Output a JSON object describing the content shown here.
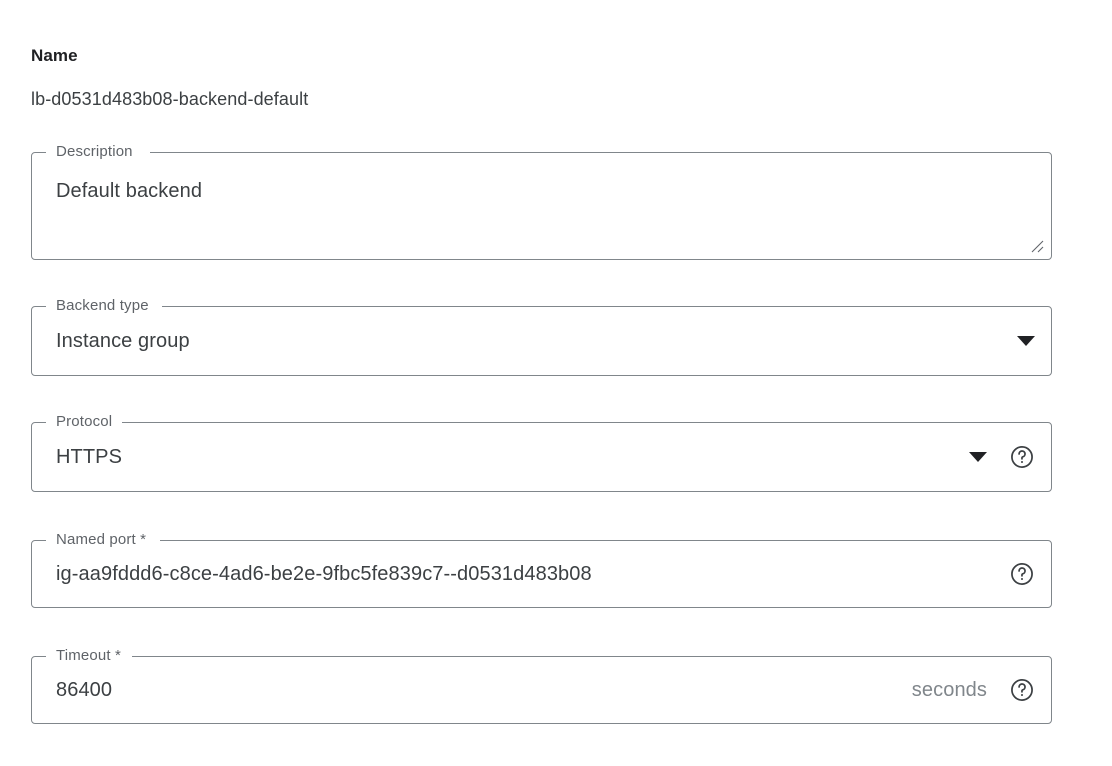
{
  "name_section": {
    "heading": "Name",
    "value": "lb-d0531d483b08-backend-default"
  },
  "fields": {
    "description": {
      "label": "Description",
      "value": "Default backend",
      "resize_icon": "resize-grip-icon"
    },
    "backend_type": {
      "label": "Backend type",
      "value": "Instance group",
      "dropdown_icon": "caret-down-icon"
    },
    "protocol": {
      "label": "Protocol",
      "value": "HTTPS",
      "dropdown_icon": "caret-down-icon",
      "help_icon": "help-circle-icon"
    },
    "named_port": {
      "label": "Named port *",
      "value": "ig-aa9fddd6-c8ce-4ad6-be2e-9fbc5fe839c7--d0531d483b08",
      "help_icon": "help-circle-icon"
    },
    "timeout": {
      "label": "Timeout *",
      "value": "86400",
      "suffix": "seconds",
      "help_icon": "help-circle-icon"
    }
  },
  "colors": {
    "border": "#80868b",
    "label_text": "#5f6368",
    "value_text": "#3c4043",
    "heading_text": "#202124",
    "suffix_text": "#80868b",
    "background": "#ffffff"
  }
}
